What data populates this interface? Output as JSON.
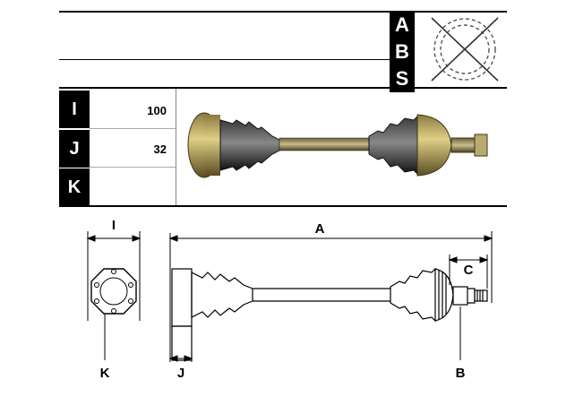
{
  "abs_panel": {
    "letters": [
      "A",
      "B",
      "S"
    ]
  },
  "spec_table": {
    "rows": [
      {
        "label": "I",
        "value": "100"
      },
      {
        "label": "J",
        "value": "32"
      },
      {
        "label": "K",
        "value": ""
      }
    ]
  },
  "diagram": {
    "dim_i": "I",
    "dim_a": "A",
    "dim_c": "C",
    "callout_k": "K",
    "callout_j": "J",
    "callout_b": "B"
  }
}
